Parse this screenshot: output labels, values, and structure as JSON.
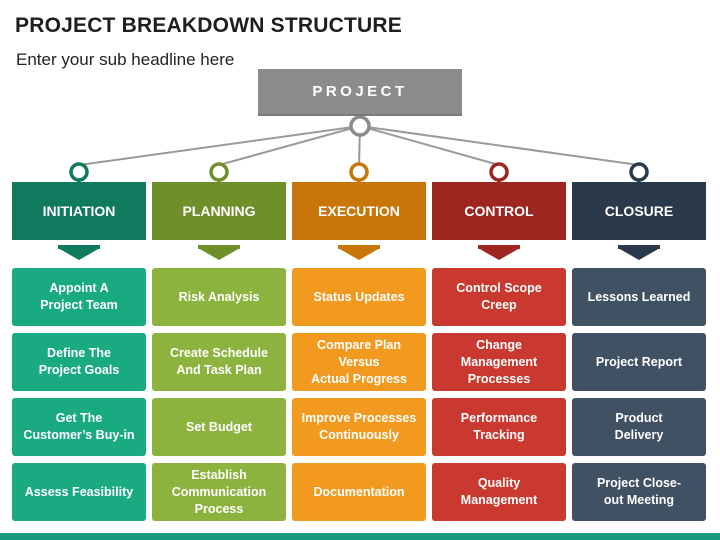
{
  "title": "PROJECT BREAKDOWN STRUCTURE",
  "subtitle": "Enter your sub headline here",
  "root_label": "PROJECT",
  "columns": [
    {
      "header": "INITIATION",
      "header_color": "#0f7a5e",
      "item_color": "#1aaa82",
      "items": [
        "Appoint A\nProject Team",
        "Define The\nProject Goals",
        "Get The\nCustomer’s Buy-in",
        "Assess Feasibility"
      ]
    },
    {
      "header": "PLANNING",
      "header_color": "#6f8f2a",
      "item_color": "#8db33f",
      "items": [
        "Risk Analysis",
        "Create Schedule\nAnd Task Plan",
        "Set Budget",
        "Establish\nCommunication\nProcess"
      ]
    },
    {
      "header": "EXECUTION",
      "header_color": "#c8760a",
      "item_color": "#f29a1f",
      "items": [
        "Status Updates",
        "Compare Plan Versus\nActual Progress",
        "Improve Processes\nContinuously",
        "Documentation"
      ]
    },
    {
      "header": "CONTROL",
      "header_color": "#9e2620",
      "item_color": "#c9392f",
      "items": [
        "Control Scope\nCreep",
        "Change Management\nProcesses",
        "Performance\nTracking",
        "Quality\nManagement"
      ]
    },
    {
      "header": "CLOSURE",
      "header_color": "#2b3a4a",
      "item_color": "#3f5163",
      "items": [
        "Lessons Learned",
        "Project Report",
        "Product\nDelivery",
        "Project Close-\nout Meeting"
      ]
    }
  ]
}
